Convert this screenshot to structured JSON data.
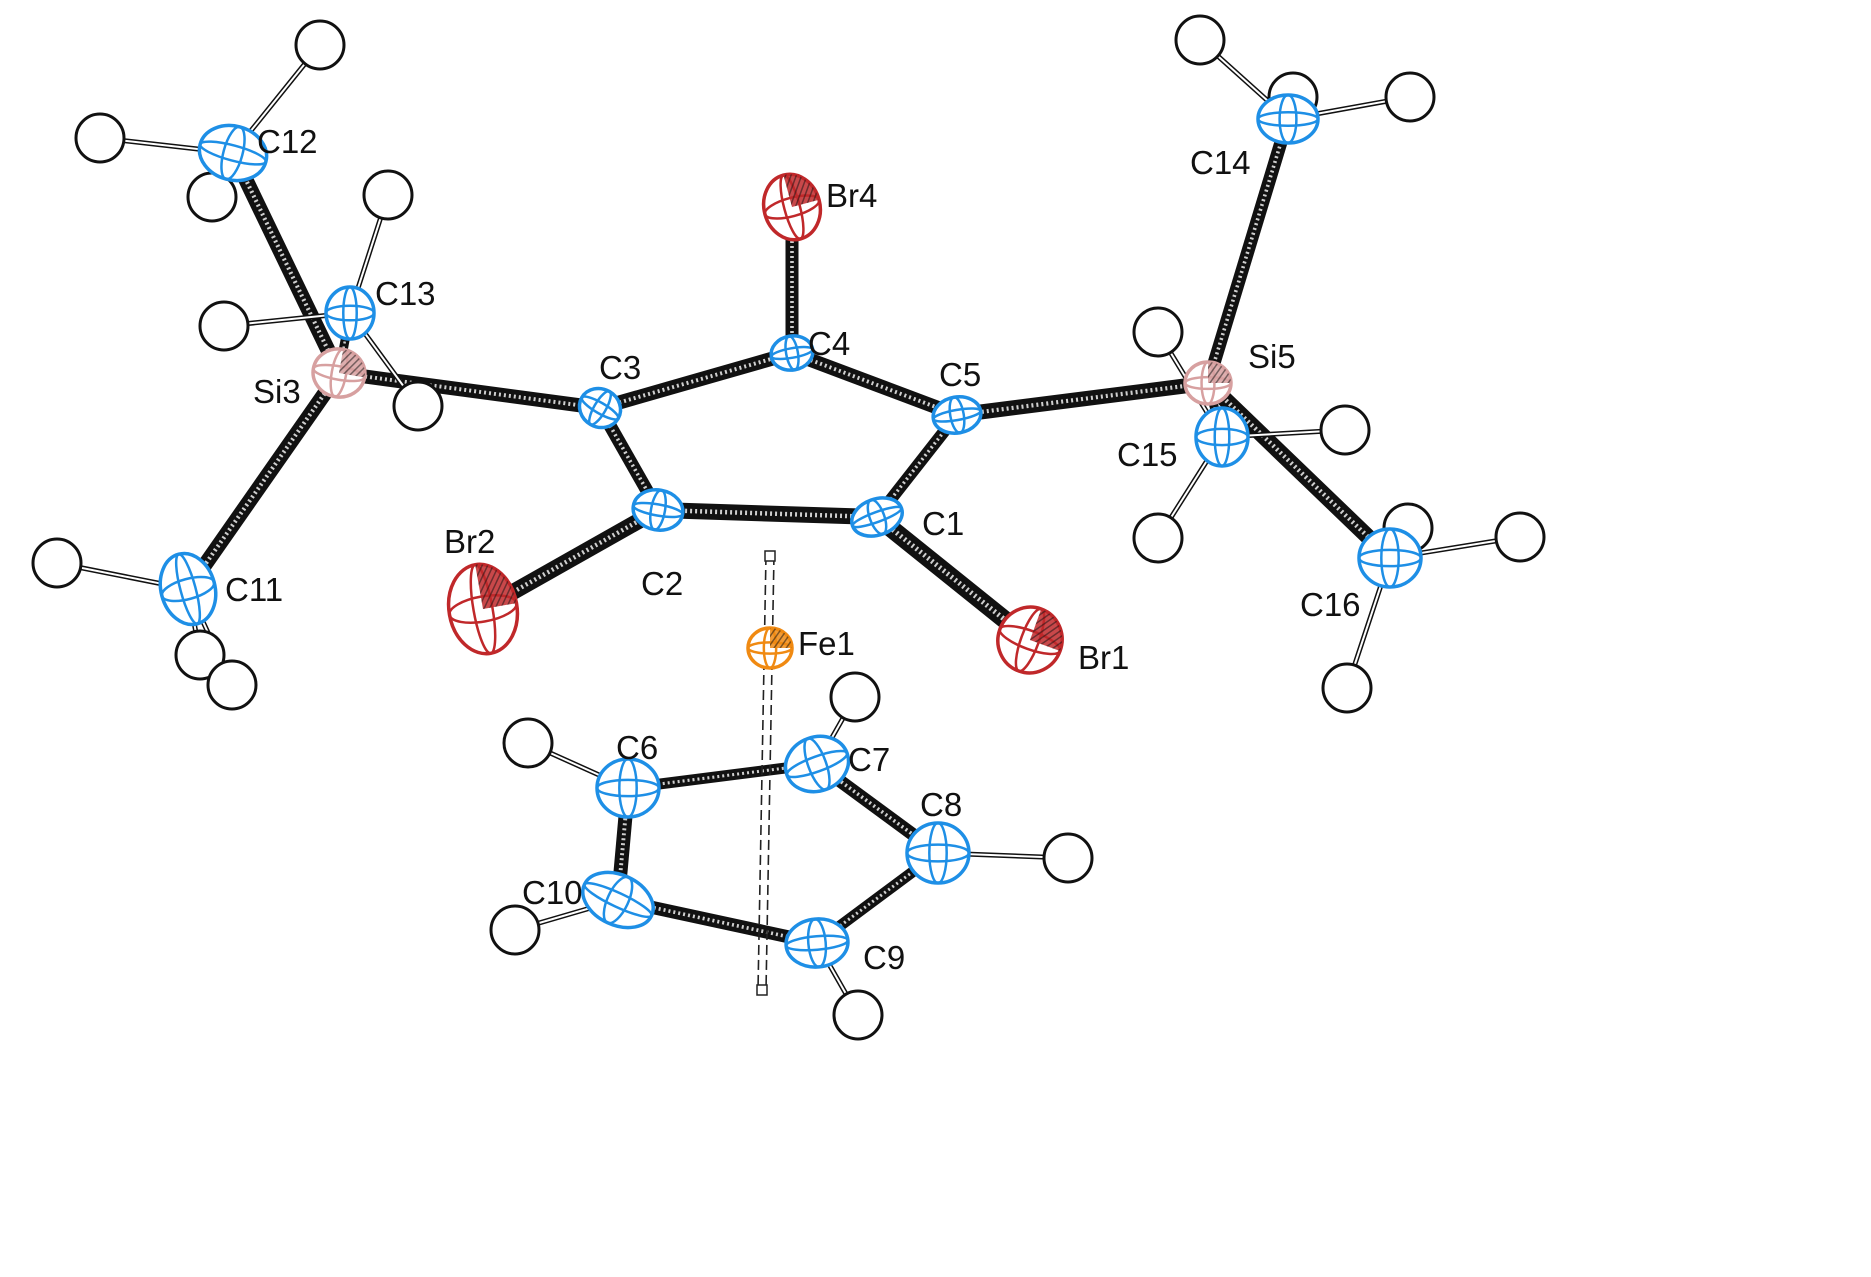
{
  "diagram": {
    "type": "ortep-molecular-structure",
    "element_colors": {
      "C": "#1e8fe6",
      "H": "#ffffff",
      "Br": "#c0282a",
      "Si": "#d7a0a0",
      "Fe": "#f08a12",
      "bond": "#111111"
    },
    "atoms": [
      {
        "id": "Br4",
        "element": "Br",
        "label": "Br4"
      },
      {
        "id": "C4",
        "element": "C",
        "label": "C4"
      },
      {
        "id": "C3",
        "element": "C",
        "label": "C3"
      },
      {
        "id": "C5",
        "element": "C",
        "label": "C5"
      },
      {
        "id": "C2",
        "element": "C",
        "label": "C2"
      },
      {
        "id": "C1",
        "element": "C",
        "label": "C1"
      },
      {
        "id": "Br2",
        "element": "Br",
        "label": "Br2"
      },
      {
        "id": "Br1",
        "element": "Br",
        "label": "Br1"
      },
      {
        "id": "Fe1",
        "element": "Fe",
        "label": "Fe1"
      },
      {
        "id": "Si3",
        "element": "Si",
        "label": "Si3"
      },
      {
        "id": "Si5",
        "element": "Si",
        "label": "Si5"
      },
      {
        "id": "C11",
        "element": "C",
        "label": "C11"
      },
      {
        "id": "C12",
        "element": "C",
        "label": "C12"
      },
      {
        "id": "C13",
        "element": "C",
        "label": "C13"
      },
      {
        "id": "C14",
        "element": "C",
        "label": "C14"
      },
      {
        "id": "C15",
        "element": "C",
        "label": "C15"
      },
      {
        "id": "C16",
        "element": "C",
        "label": "C16"
      },
      {
        "id": "C6",
        "element": "C",
        "label": "C6"
      },
      {
        "id": "C7",
        "element": "C",
        "label": "C7"
      },
      {
        "id": "C8",
        "element": "C",
        "label": "C8"
      },
      {
        "id": "C9",
        "element": "C",
        "label": "C9"
      },
      {
        "id": "C10",
        "element": "C",
        "label": "C10"
      }
    ],
    "bonds": [
      [
        "C1",
        "C2"
      ],
      [
        "C2",
        "C3"
      ],
      [
        "C3",
        "C4"
      ],
      [
        "C4",
        "C5"
      ],
      [
        "C5",
        "C1"
      ],
      [
        "C4",
        "Br4"
      ],
      [
        "C2",
        "Br2"
      ],
      [
        "C1",
        "Br1"
      ],
      [
        "C3",
        "Si3"
      ],
      [
        "C5",
        "Si5"
      ],
      [
        "Si3",
        "C11"
      ],
      [
        "Si3",
        "C12"
      ],
      [
        "Si3",
        "C13"
      ],
      [
        "Si5",
        "C14"
      ],
      [
        "Si5",
        "C15"
      ],
      [
        "Si5",
        "C16"
      ],
      [
        "C6",
        "C7"
      ],
      [
        "C7",
        "C8"
      ],
      [
        "C8",
        "C9"
      ],
      [
        "C9",
        "C10"
      ],
      [
        "C10",
        "C6"
      ]
    ]
  }
}
